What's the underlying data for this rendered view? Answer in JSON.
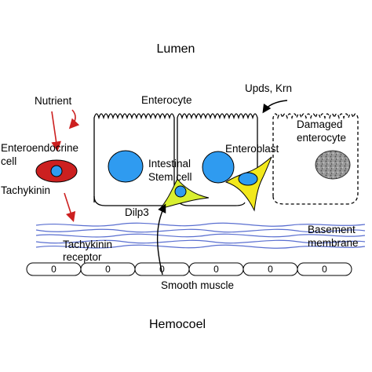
{
  "regions": {
    "lumen": "Lumen",
    "hemocoel": "Hemocoel"
  },
  "labels": {
    "nutrient": "Nutrient",
    "enterocyte": "Enterocyte",
    "upds_krn": "Upds, Krn",
    "damaged_enterocyte_line1": "Damaged",
    "damaged_enterocyte_line2": "enterocyte",
    "enteroendocrine_line1": "Enteroendocrine",
    "enteroendocrine_line2": "cell",
    "enteroblast": "Enteroblast",
    "isc_line1": "Intestinal",
    "isc_line2": "Stem cell",
    "tachykinin": "Tachykinin",
    "dilp3": "Dilp3",
    "tk_receptor_line1": "Tachykinin",
    "tk_receptor_line2": "receptor",
    "basement_line1": "Basement",
    "basement_line2": "membrane",
    "smooth_muscle": "Smooth muscle"
  },
  "muscle_cell_labels": [
    "0",
    "0",
    "0",
    "0",
    "0",
    "0"
  ],
  "colors": {
    "nucleus_blue": "#2f9bf0",
    "enteroendocrine_red": "#cc2020",
    "stem_cell_yellow_green": "#d8ef30",
    "enteroblast_yellow": "#f2e81c",
    "membrane_blue": "#5a6fd0",
    "arrow_red": "#cc2020",
    "damaged_nucleus_gray": "#8a8a8a"
  }
}
